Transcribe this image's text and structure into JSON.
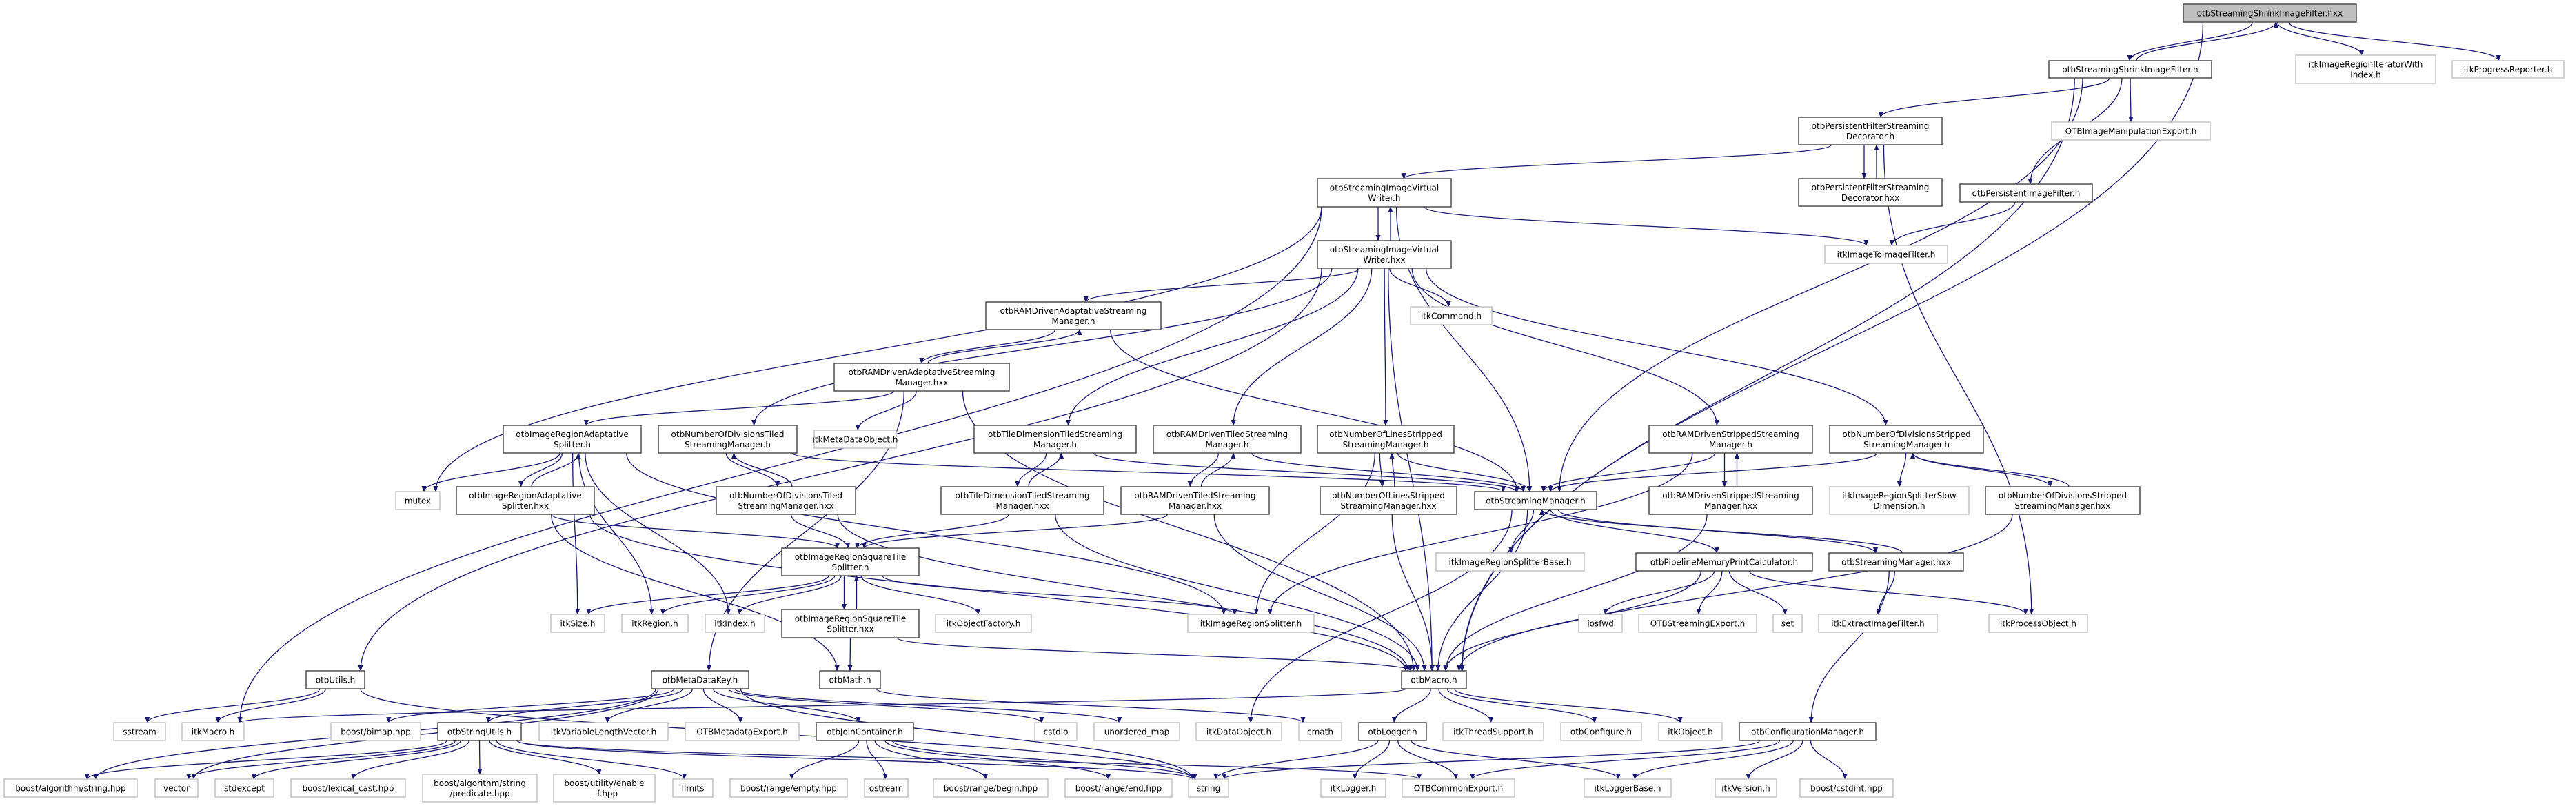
{
  "colors": {
    "edge": "#191970",
    "root_fill": "#bfbfbf",
    "node_border": "#404040",
    "leaf_border": "#bfbfbf"
  },
  "nodes": [
    {
      "id": "root",
      "lines": [
        "otbStreamingShrinkImageFilter.hxx"
      ],
      "kind": "root"
    },
    {
      "id": "shrink_h",
      "lines": [
        "otbStreamingShrinkImageFilter.h"
      ],
      "kind": "internal"
    },
    {
      "id": "iter_idx",
      "lines": [
        "itkImageRegionIteratorWith",
        "Index.h"
      ],
      "kind": "leaf"
    },
    {
      "id": "progress",
      "lines": [
        "itkProgressReporter.h"
      ],
      "kind": "leaf"
    },
    {
      "id": "pfsd_h",
      "lines": [
        "otbPersistentFilterStreaming",
        "Decorator.h"
      ],
      "kind": "internal"
    },
    {
      "id": "imgmanip_exp",
      "lines": [
        "OTBImageManipulationExport.h"
      ],
      "kind": "leaf"
    },
    {
      "id": "pfsd_hxx",
      "lines": [
        "otbPersistentFilterStreaming",
        "Decorator.hxx"
      ],
      "kind": "internal"
    },
    {
      "id": "persist_h",
      "lines": [
        "otbPersistentImageFilter.h"
      ],
      "kind": "internal"
    },
    {
      "id": "img2img",
      "lines": [
        "itkImageToImageFilter.h"
      ],
      "kind": "leaf"
    },
    {
      "id": "sivw_h",
      "lines": [
        "otbStreamingImageVirtual",
        "Writer.h"
      ],
      "kind": "internal"
    },
    {
      "id": "sivw_hxx",
      "lines": [
        "otbStreamingImageVirtual",
        "Writer.hxx"
      ],
      "kind": "internal"
    },
    {
      "id": "rama_h",
      "lines": [
        "otbRAMDrivenAdaptativeStreaming",
        "Manager.h"
      ],
      "kind": "internal"
    },
    {
      "id": "itkcommand",
      "lines": [
        "itkCommand.h"
      ],
      "kind": "leaf"
    },
    {
      "id": "rama_hxx",
      "lines": [
        "otbRAMDrivenAdaptativeStreaming",
        "Manager.hxx"
      ],
      "kind": "internal"
    },
    {
      "id": "metadataobj",
      "lines": [
        "itkMetaDataObject.h"
      ],
      "kind": "leaf"
    },
    {
      "id": "adapt_h",
      "lines": [
        "otbImageRegionAdaptative",
        "Splitter.h"
      ],
      "kind": "internal"
    },
    {
      "id": "nodt_h",
      "lines": [
        "otbNumberOfDivisionsTiled",
        "StreamingManager.h"
      ],
      "kind": "internal"
    },
    {
      "id": "tdt_h",
      "lines": [
        "otbTileDimensionTiledStreaming",
        "Manager.h"
      ],
      "kind": "internal"
    },
    {
      "id": "ramt_h",
      "lines": [
        "otbRAMDrivenTiledStreaming",
        "Manager.h"
      ],
      "kind": "internal"
    },
    {
      "id": "nols_h",
      "lines": [
        "otbNumberOfLinesStripped",
        "StreamingManager.h"
      ],
      "kind": "internal"
    },
    {
      "id": "rams_h",
      "lines": [
        "otbRAMDrivenStrippedStreaming",
        "Manager.h"
      ],
      "kind": "internal"
    },
    {
      "id": "nods_h",
      "lines": [
        "otbNumberOfDivisionsStripped",
        "StreamingManager.h"
      ],
      "kind": "internal"
    },
    {
      "id": "mutex",
      "lines": [
        "mutex"
      ],
      "kind": "leaf"
    },
    {
      "id": "adapt_hxx",
      "lines": [
        "otbImageRegionAdaptative",
        "Splitter.hxx"
      ],
      "kind": "internal"
    },
    {
      "id": "nodt_hxx",
      "lines": [
        "otbNumberOfDivisionsTiled",
        "StreamingManager.hxx"
      ],
      "kind": "internal"
    },
    {
      "id": "tdt_hxx",
      "lines": [
        "otbTileDimensionTiledStreaming",
        "Manager.hxx"
      ],
      "kind": "internal"
    },
    {
      "id": "ramt_hxx",
      "lines": [
        "otbRAMDrivenTiledStreaming",
        "Manager.hxx"
      ],
      "kind": "internal"
    },
    {
      "id": "nols_hxx",
      "lines": [
        "otbNumberOfLinesStripped",
        "StreamingManager.hxx"
      ],
      "kind": "internal"
    },
    {
      "id": "sm_h",
      "lines": [
        "otbStreamingManager.h"
      ],
      "kind": "internal"
    },
    {
      "id": "rams_hxx",
      "lines": [
        "otbRAMDrivenStrippedStreaming",
        "Manager.hxx"
      ],
      "kind": "internal"
    },
    {
      "id": "slowdim",
      "lines": [
        "itkImageRegionSplitterSlow",
        "Dimension.h"
      ],
      "kind": "leaf"
    },
    {
      "id": "nods_hxx",
      "lines": [
        "otbNumberOfDivisionsStripped",
        "StreamingManager.hxx"
      ],
      "kind": "internal"
    },
    {
      "id": "sq_h",
      "lines": [
        "otbImageRegionSquareTile",
        "Splitter.h"
      ],
      "kind": "internal"
    },
    {
      "id": "splitterbase",
      "lines": [
        "itkImageRegionSplitterBase.h"
      ],
      "kind": "leaf"
    },
    {
      "id": "pmpc",
      "lines": [
        "otbPipelineMemoryPrintCalculator.h"
      ],
      "kind": "internal"
    },
    {
      "id": "sm_hxx",
      "lines": [
        "otbStreamingManager.hxx"
      ],
      "kind": "internal"
    },
    {
      "id": "itksize",
      "lines": [
        "itkSize.h"
      ],
      "kind": "leaf"
    },
    {
      "id": "itkregion",
      "lines": [
        "itkRegion.h"
      ],
      "kind": "leaf"
    },
    {
      "id": "itkindex",
      "lines": [
        "itkIndex.h"
      ],
      "kind": "leaf"
    },
    {
      "id": "sq_hxx",
      "lines": [
        "otbImageRegionSquareTile",
        "Splitter.hxx"
      ],
      "kind": "internal"
    },
    {
      "id": "objfactory",
      "lines": [
        "itkObjectFactory.h"
      ],
      "kind": "leaf"
    },
    {
      "id": "splitter",
      "lines": [
        "itkImageRegionSplitter.h"
      ],
      "kind": "leaf"
    },
    {
      "id": "iosfwd",
      "lines": [
        "iosfwd"
      ],
      "kind": "leaf"
    },
    {
      "id": "streamexp",
      "lines": [
        "OTBStreamingExport.h"
      ],
      "kind": "leaf"
    },
    {
      "id": "set",
      "lines": [
        "set"
      ],
      "kind": "leaf"
    },
    {
      "id": "extract",
      "lines": [
        "itkExtractImageFilter.h"
      ],
      "kind": "leaf"
    },
    {
      "id": "procobj",
      "lines": [
        "itkProcessObject.h"
      ],
      "kind": "leaf"
    },
    {
      "id": "utils",
      "lines": [
        "otbUtils.h"
      ],
      "kind": "internal"
    },
    {
      "id": "mdk",
      "lines": [
        "otbMetaDataKey.h"
      ],
      "kind": "internal"
    },
    {
      "id": "math",
      "lines": [
        "otbMath.h"
      ],
      "kind": "internal"
    },
    {
      "id": "otbmacro",
      "lines": [
        "otbMacro.h"
      ],
      "kind": "internal"
    },
    {
      "id": "sstream",
      "lines": [
        "sstream"
      ],
      "kind": "leaf"
    },
    {
      "id": "itkmacro",
      "lines": [
        "itkMacro.h"
      ],
      "kind": "leaf"
    },
    {
      "id": "bimap",
      "lines": [
        "boost/bimap.hpp"
      ],
      "kind": "leaf"
    },
    {
      "id": "strutils",
      "lines": [
        "otbStringUtils.h"
      ],
      "kind": "internal"
    },
    {
      "id": "vlv",
      "lines": [
        "itkVariableLengthVector.h"
      ],
      "kind": "leaf"
    },
    {
      "id": "mdexp",
      "lines": [
        "OTBMetadataExport.h"
      ],
      "kind": "leaf"
    },
    {
      "id": "join",
      "lines": [
        "otbJoinContainer.h"
      ],
      "kind": "internal"
    },
    {
      "id": "cstdio",
      "lines": [
        "cstdio"
      ],
      "kind": "leaf"
    },
    {
      "id": "umap",
      "lines": [
        "unordered_map"
      ],
      "kind": "leaf"
    },
    {
      "id": "dataobj",
      "lines": [
        "itkDataObject.h"
      ],
      "kind": "leaf"
    },
    {
      "id": "cmath",
      "lines": [
        "cmath"
      ],
      "kind": "leaf"
    },
    {
      "id": "logger",
      "lines": [
        "otbLogger.h"
      ],
      "kind": "internal"
    },
    {
      "id": "threadsup",
      "lines": [
        "itkThreadSupport.h"
      ],
      "kind": "leaf"
    },
    {
      "id": "configure",
      "lines": [
        "otbConfigure.h"
      ],
      "kind": "leaf"
    },
    {
      "id": "itkobject",
      "lines": [
        "itkObject.h"
      ],
      "kind": "leaf"
    },
    {
      "id": "confmgr",
      "lines": [
        "otbConfigurationManager.h"
      ],
      "kind": "internal"
    },
    {
      "id": "bstring",
      "lines": [
        "boost/algorithm/string.hpp"
      ],
      "kind": "leaf"
    },
    {
      "id": "vector",
      "lines": [
        "vector"
      ],
      "kind": "leaf"
    },
    {
      "id": "stdexcept",
      "lines": [
        "stdexcept"
      ],
      "kind": "leaf"
    },
    {
      "id": "lexcast",
      "lines": [
        "boost/lexical_cast.hpp"
      ],
      "kind": "leaf"
    },
    {
      "id": "predicate",
      "lines": [
        "boost/algorithm/string",
        "/predicate.hpp"
      ],
      "kind": "leaf"
    },
    {
      "id": "enableif",
      "lines": [
        "boost/utility/enable",
        "_if.hpp"
      ],
      "kind": "leaf"
    },
    {
      "id": "limits",
      "lines": [
        "limits"
      ],
      "kind": "leaf"
    },
    {
      "id": "rempty",
      "lines": [
        "boost/range/empty.hpp"
      ],
      "kind": "leaf"
    },
    {
      "id": "ostream",
      "lines": [
        "ostream"
      ],
      "kind": "leaf"
    },
    {
      "id": "rbegin",
      "lines": [
        "boost/range/begin.hpp"
      ],
      "kind": "leaf"
    },
    {
      "id": "rend",
      "lines": [
        "boost/range/end.hpp"
      ],
      "kind": "leaf"
    },
    {
      "id": "string",
      "lines": [
        "string"
      ],
      "kind": "leaf"
    },
    {
      "id": "itklogger",
      "lines": [
        "itkLogger.h"
      ],
      "kind": "leaf"
    },
    {
      "id": "commonexp",
      "lines": [
        "OTBCommonExport.h"
      ],
      "kind": "leaf"
    },
    {
      "id": "loggerbase",
      "lines": [
        "itkLoggerBase.h"
      ],
      "kind": "leaf"
    },
    {
      "id": "itkversion",
      "lines": [
        "itkVersion.h"
      ],
      "kind": "leaf"
    },
    {
      "id": "cstdint",
      "lines": [
        "boost/cstdint.hpp"
      ],
      "kind": "leaf"
    }
  ],
  "edges": [
    [
      "root",
      "shrink_h"
    ],
    [
      "shrink_h",
      "root"
    ],
    [
      "root",
      "iter_idx"
    ],
    [
      "root",
      "progress"
    ],
    [
      "root",
      "otbmacro"
    ],
    [
      "shrink_h",
      "pfsd_h"
    ],
    [
      "shrink_h",
      "imgmanip_exp"
    ],
    [
      "shrink_h",
      "persist_h"
    ],
    [
      "shrink_h",
      "sm_h"
    ],
    [
      "shrink_h",
      "otbmacro"
    ],
    [
      "pfsd_h",
      "pfsd_hxx"
    ],
    [
      "pfsd_hxx",
      "pfsd_h"
    ],
    [
      "pfsd_h",
      "sivw_h"
    ],
    [
      "pfsd_h",
      "procobj"
    ],
    [
      "persist_h",
      "img2img"
    ],
    [
      "sivw_h",
      "sivw_hxx"
    ],
    [
      "sivw_hxx",
      "sivw_h"
    ],
    [
      "sivw_h",
      "itkmacro"
    ],
    [
      "sivw_h",
      "mutex"
    ],
    [
      "sivw_h",
      "img2img"
    ],
    [
      "sivw_h",
      "sm_h"
    ],
    [
      "sivw_hxx",
      "utils"
    ],
    [
      "sivw_hxx",
      "rama_h"
    ],
    [
      "sivw_hxx",
      "nodt_h"
    ],
    [
      "sivw_hxx",
      "tdt_h"
    ],
    [
      "sivw_hxx",
      "ramt_h"
    ],
    [
      "sivw_hxx",
      "nols_h"
    ],
    [
      "sivw_hxx",
      "rams_h"
    ],
    [
      "sivw_hxx",
      "nods_h"
    ],
    [
      "sivw_hxx",
      "itkcommand"
    ],
    [
      "sivw_hxx",
      "otbmacro"
    ],
    [
      "rama_h",
      "rama_hxx"
    ],
    [
      "rama_hxx",
      "rama_h"
    ],
    [
      "rama_h",
      "sm_h"
    ],
    [
      "rama_hxx",
      "adapt_h"
    ],
    [
      "rama_hxx",
      "metadataobj"
    ],
    [
      "rama_hxx",
      "mdk"
    ],
    [
      "rama_hxx",
      "otbmacro"
    ],
    [
      "adapt_h",
      "adapt_hxx"
    ],
    [
      "adapt_hxx",
      "adapt_h"
    ],
    [
      "adapt_h",
      "mutex"
    ],
    [
      "adapt_h",
      "itksize"
    ],
    [
      "adapt_h",
      "itkregion"
    ],
    [
      "adapt_h",
      "itkindex"
    ],
    [
      "adapt_h",
      "splitter"
    ],
    [
      "adapt_hxx",
      "sq_h"
    ],
    [
      "adapt_hxx",
      "otbmacro"
    ],
    [
      "adapt_hxx",
      "math"
    ],
    [
      "nodt_h",
      "nodt_hxx"
    ],
    [
      "nodt_hxx",
      "nodt_h"
    ],
    [
      "nodt_h",
      "sm_h"
    ],
    [
      "nodt_hxx",
      "sq_h"
    ],
    [
      "nodt_hxx",
      "otbmacro"
    ],
    [
      "tdt_h",
      "tdt_hxx"
    ],
    [
      "tdt_hxx",
      "tdt_h"
    ],
    [
      "tdt_h",
      "sm_h"
    ],
    [
      "tdt_hxx",
      "sq_h"
    ],
    [
      "tdt_hxx",
      "otbmacro"
    ],
    [
      "ramt_h",
      "ramt_hxx"
    ],
    [
      "ramt_hxx",
      "ramt_h"
    ],
    [
      "ramt_h",
      "sm_h"
    ],
    [
      "ramt_hxx",
      "sq_h"
    ],
    [
      "ramt_hxx",
      "otbmacro"
    ],
    [
      "nols_h",
      "nols_hxx"
    ],
    [
      "nols_hxx",
      "nols_h"
    ],
    [
      "nols_h",
      "sm_h"
    ],
    [
      "nols_h",
      "splitter"
    ],
    [
      "nols_hxx",
      "otbmacro"
    ],
    [
      "rams_h",
      "rams_hxx"
    ],
    [
      "rams_hxx",
      "rams_h"
    ],
    [
      "rams_h",
      "sm_h"
    ],
    [
      "rams_h",
      "splitter"
    ],
    [
      "rams_hxx",
      "otbmacro"
    ],
    [
      "nods_h",
      "nods_hxx"
    ],
    [
      "nods_hxx",
      "nods_h"
    ],
    [
      "nods_h",
      "sm_h"
    ],
    [
      "nods_h",
      "slowdim"
    ],
    [
      "nods_hxx",
      "otbmacro"
    ],
    [
      "sm_h",
      "sm_hxx"
    ],
    [
      "sm_hxx",
      "sm_h"
    ],
    [
      "sm_h",
      "splitterbase"
    ],
    [
      "sm_h",
      "pmpc"
    ],
    [
      "sm_h",
      "otbmacro"
    ],
    [
      "sm_h",
      "dataobj"
    ],
    [
      "sm_hxx",
      "extract"
    ],
    [
      "sm_hxx",
      "confmgr"
    ],
    [
      "pmpc",
      "iosfwd"
    ],
    [
      "pmpc",
      "streamexp"
    ],
    [
      "pmpc",
      "set"
    ],
    [
      "pmpc",
      "procobj"
    ],
    [
      "pmpc",
      "otbmacro"
    ],
    [
      "sq_h",
      "sq_hxx"
    ],
    [
      "sq_hxx",
      "sq_h"
    ],
    [
      "sq_h",
      "itksize"
    ],
    [
      "sq_h",
      "itkregion"
    ],
    [
      "sq_h",
      "itkindex"
    ],
    [
      "sq_h",
      "objfactory"
    ],
    [
      "sq_h",
      "splitter"
    ],
    [
      "sq_hxx",
      "math"
    ],
    [
      "sq_hxx",
      "otbmacro"
    ],
    [
      "math",
      "cmath"
    ],
    [
      "utils",
      "sstream"
    ],
    [
      "utils",
      "itkmacro"
    ],
    [
      "utils",
      "string"
    ],
    [
      "mdk",
      "bimap"
    ],
    [
      "mdk",
      "strutils"
    ],
    [
      "mdk",
      "vlv"
    ],
    [
      "mdk",
      "mdexp"
    ],
    [
      "mdk",
      "join"
    ],
    [
      "mdk",
      "cstdio"
    ],
    [
      "mdk",
      "umap"
    ],
    [
      "mdk",
      "string"
    ],
    [
      "mdk",
      "vector"
    ],
    [
      "mdk",
      "bstring"
    ],
    [
      "strutils",
      "bstring"
    ],
    [
      "strutils",
      "vector"
    ],
    [
      "strutils",
      "stdexcept"
    ],
    [
      "strutils",
      "lexcast"
    ],
    [
      "strutils",
      "predicate"
    ],
    [
      "strutils",
      "enableif"
    ],
    [
      "strutils",
      "limits"
    ],
    [
      "strutils",
      "string"
    ],
    [
      "strutils",
      "commonexp"
    ],
    [
      "join",
      "rempty"
    ],
    [
      "join",
      "ostream"
    ],
    [
      "join",
      "rbegin"
    ],
    [
      "join",
      "rend"
    ],
    [
      "join",
      "string"
    ],
    [
      "otbmacro",
      "itkmacro"
    ],
    [
      "otbmacro",
      "logger"
    ],
    [
      "otbmacro",
      "threadsup"
    ],
    [
      "otbmacro",
      "configure"
    ],
    [
      "otbmacro",
      "itkobject"
    ],
    [
      "logger",
      "string"
    ],
    [
      "logger",
      "itklogger"
    ],
    [
      "logger",
      "commonexp"
    ],
    [
      "logger",
      "loggerbase"
    ],
    [
      "confmgr",
      "string"
    ],
    [
      "confmgr",
      "commonexp"
    ],
    [
      "confmgr",
      "loggerbase"
    ],
    [
      "confmgr",
      "itkversion"
    ],
    [
      "confmgr",
      "cstdint"
    ]
  ]
}
